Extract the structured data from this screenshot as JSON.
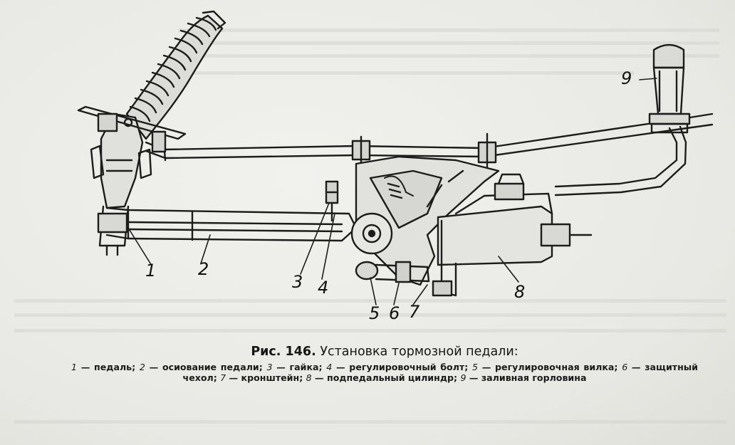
{
  "caption": {
    "figure_number": "Рис. 146.",
    "title": "Установка тормозной педали:"
  },
  "legend": [
    {
      "num": "1",
      "text": "педаль"
    },
    {
      "num": "2",
      "text": "осиование педали"
    },
    {
      "num": "3",
      "text": "гайка"
    },
    {
      "num": "4",
      "text": "регулировочный болт"
    },
    {
      "num": "5",
      "text": "регулировочная вилка"
    },
    {
      "num": "6",
      "text": "защитный чехол"
    },
    {
      "num": "7",
      "text": "кронштейн"
    },
    {
      "num": "8",
      "text": "подпедальный цилиндр"
    },
    {
      "num": "9",
      "text": "заливная горловина"
    }
  ],
  "callouts": [
    "1",
    "2",
    "3",
    "4",
    "5",
    "6",
    "7",
    "8",
    "9"
  ],
  "colors": {
    "ink": "#1f1f1f",
    "paper": "#ebebe8"
  }
}
